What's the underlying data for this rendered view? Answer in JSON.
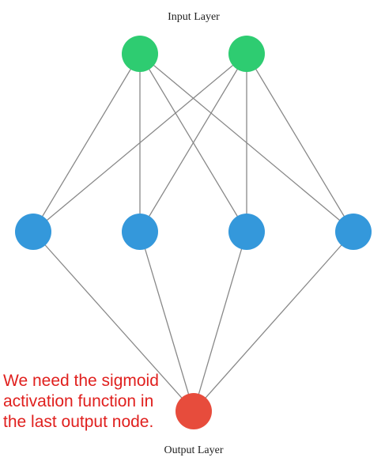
{
  "diagram": {
    "input_label": "Input Layer",
    "output_label": "Output Layer",
    "annotation": "We need the sigmoid activation function in the last output node.",
    "colors": {
      "input_node": "#2ecc71",
      "hidden_node": "#3498db",
      "output_node": "#e74c3c",
      "edge": "#888888",
      "annotation_text": "#e0201e"
    },
    "layers": [
      {
        "name": "input",
        "node_count": 2
      },
      {
        "name": "hidden",
        "node_count": 4
      },
      {
        "name": "output",
        "node_count": 1
      }
    ],
    "connectivity": "fully-connected"
  }
}
